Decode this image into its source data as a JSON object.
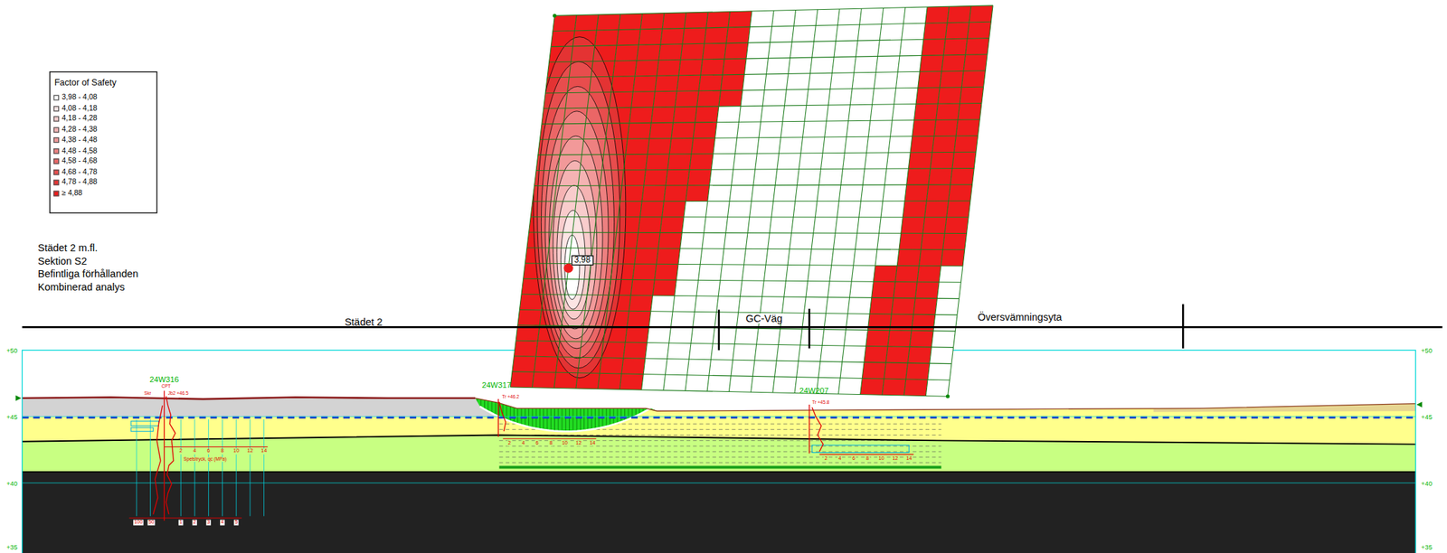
{
  "diagram": {
    "labels": [
      "Factor of Safety",
      "Städet 2 m.fl.",
      "Sektion S2",
      "Befintliga förhållanden",
      "Kombinerad analys",
      "Städet 2",
      "GC-Väg",
      "Översvämningsyta",
      "3,98",
      "+50",
      "+50",
      "+45",
      "+45",
      "+40",
      "+40",
      "+35",
      "+35",
      "24W316",
      "CPT",
      "Skr",
      "Jb2 +46.5",
      "24W317",
      "Tr +46.2",
      "24W207",
      "Tr +45.8",
      "2",
      "4",
      "6",
      "8",
      "10",
      "12",
      "14",
      "Spetstryck, qc (MPa)",
      "100",
      "50",
      "1",
      "2",
      "3",
      "4",
      "5",
      "2",
      "4",
      "6",
      "8",
      "10",
      "12",
      "14",
      "2",
      "4",
      "6",
      "8",
      "10",
      "12",
      "14"
    ],
    "legend": [
      {
        "text": "3,98 - 4,08",
        "color": "#ffffff"
      },
      {
        "text": "4,08 - 4,18",
        "color": "#fce4e4"
      },
      {
        "text": "4,18 - 4,28",
        "color": "#f9cccc"
      },
      {
        "text": "4,28 - 4,38",
        "color": "#f5b3b3"
      },
      {
        "text": "4,38 - 4,48",
        "color": "#f29999"
      },
      {
        "text": "4,48 - 4,58",
        "color": "#ee8080"
      },
      {
        "text": "4,58 - 4,68",
        "color": "#eb6666"
      },
      {
        "text": "4,68 - 4,78",
        "color": "#e84d4d"
      },
      {
        "text": "4,78 - 4,88",
        "color": "#e43333"
      },
      {
        "text": "≥ 4,88",
        "color": "#ee1c1c"
      }
    ]
  }
}
